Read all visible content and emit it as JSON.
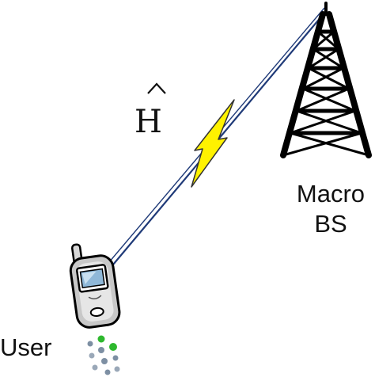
{
  "labels": {
    "base_station_line1": "Macro",
    "base_station_line2": "BS",
    "user": "User",
    "channel": "H"
  },
  "colors": {
    "link": "#1f3a78",
    "bolt_fill": "#fff200",
    "bolt_stroke": "#333333",
    "tower": "#000000",
    "phone_body": "#c8c8c8",
    "phone_screen": "#8fb8d8",
    "signal_green": "#2eb82e",
    "signal_gray": "#7d8fa3"
  },
  "icons": {
    "tower": "cell-tower-icon",
    "phone": "mobile-phone-icon",
    "lightning": "lightning-bolt-icon"
  }
}
